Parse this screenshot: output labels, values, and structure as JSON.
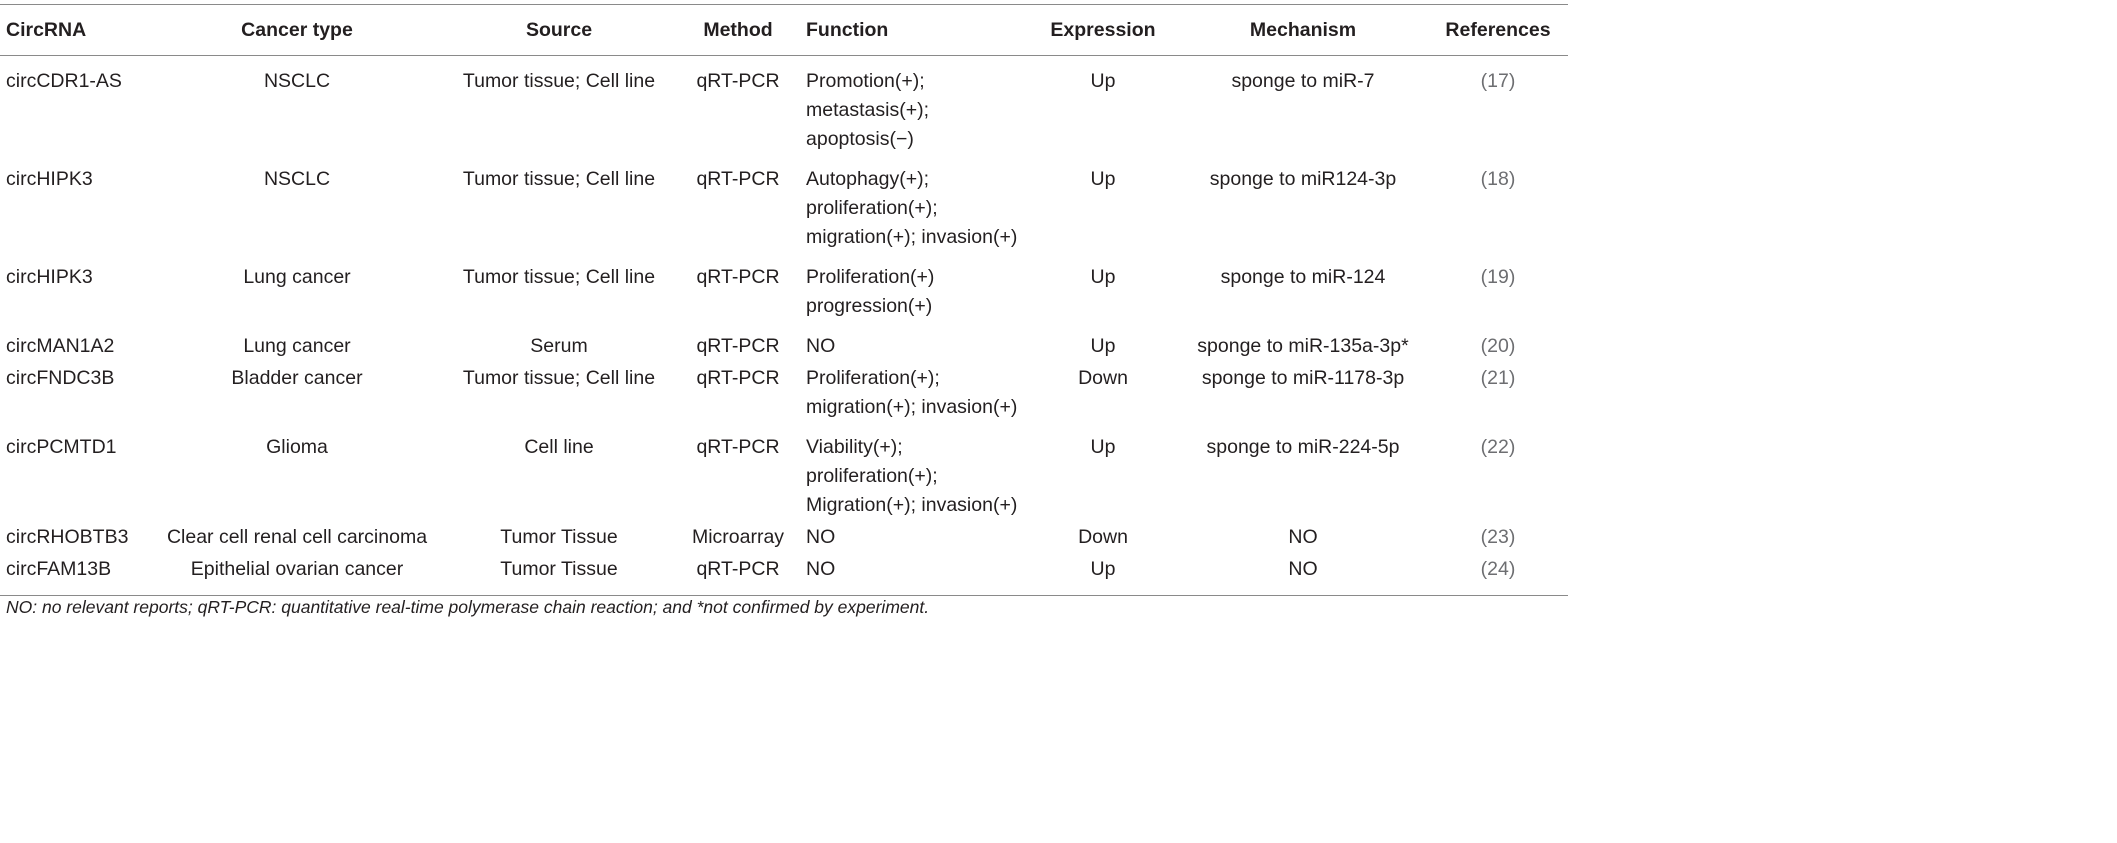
{
  "headers": {
    "circrna": "CircRNA",
    "cancer_type": "Cancer type",
    "source": "Source",
    "method": "Method",
    "function": "Function",
    "expression": "Expression",
    "mechanism": "Mechanism",
    "references": "References"
  },
  "rows": [
    {
      "circrna": "circCDR1-AS",
      "cancer_type": "NSCLC",
      "source": "Tumor tissue; Cell line",
      "method": "qRT-PCR",
      "function": [
        "Promotion(+);",
        "metastasis(+);",
        "apoptosis(−)"
      ],
      "expression": "Up",
      "mechanism": "sponge to miR-7",
      "reference": "(17)"
    },
    {
      "circrna": "circHIPK3",
      "cancer_type": "NSCLC",
      "source": "Tumor tissue; Cell line",
      "method": "qRT-PCR",
      "function": [
        "Autophagy(+);",
        "proliferation(+);",
        "migration(+); invasion(+)"
      ],
      "expression": "Up",
      "mechanism": "sponge to miR124-3p",
      "reference": "(18)"
    },
    {
      "circrna": "circHIPK3",
      "cancer_type": "Lung cancer",
      "source": "Tumor tissue; Cell line",
      "method": "qRT-PCR",
      "function": [
        "Proliferation(+)",
        "progression(+)"
      ],
      "expression": "Up",
      "mechanism": "sponge to miR-124",
      "reference": "(19)"
    },
    {
      "circrna": "circMAN1A2",
      "cancer_type": "Lung cancer",
      "source": "Serum",
      "method": "qRT-PCR",
      "function": [
        "NO"
      ],
      "expression": "Up",
      "mechanism": "sponge to miR-135a-3p*",
      "reference": "(20)"
    },
    {
      "circrna": "circFNDC3B",
      "cancer_type": "Bladder cancer",
      "source": "Tumor tissue; Cell line",
      "method": "qRT-PCR",
      "function": [
        "Proliferation(+);",
        "migration(+); invasion(+)"
      ],
      "expression": "Down",
      "mechanism": "sponge to miR-1178-3p",
      "reference": "(21)"
    },
    {
      "circrna": "circPCMTD1",
      "cancer_type": "Glioma",
      "source": "Cell line",
      "method": "qRT-PCR",
      "function": [
        "Viability(+);",
        "proliferation(+);",
        "Migration(+); invasion(+)"
      ],
      "expression": "Up",
      "mechanism": "sponge to miR-224-5p",
      "reference": "(22)"
    },
    {
      "circrna": "circRHOBTB3",
      "cancer_type": "Clear cell renal cell carcinoma",
      "source": "Tumor Tissue",
      "method": "Microarray",
      "function": [
        "NO"
      ],
      "expression": "Down",
      "mechanism": "NO",
      "reference": "(23)"
    },
    {
      "circrna": "circFAM13B",
      "cancer_type": "Epithelial ovarian cancer",
      "source": "Tumor Tissue",
      "method": "qRT-PCR",
      "function": [
        "NO"
      ],
      "expression": "Up",
      "mechanism": "NO",
      "reference": "(24)"
    }
  ],
  "footnote": "NO: no relevant reports; qRT-PCR: quantitative real-time polymerase chain reaction; and *not confirmed by experiment."
}
